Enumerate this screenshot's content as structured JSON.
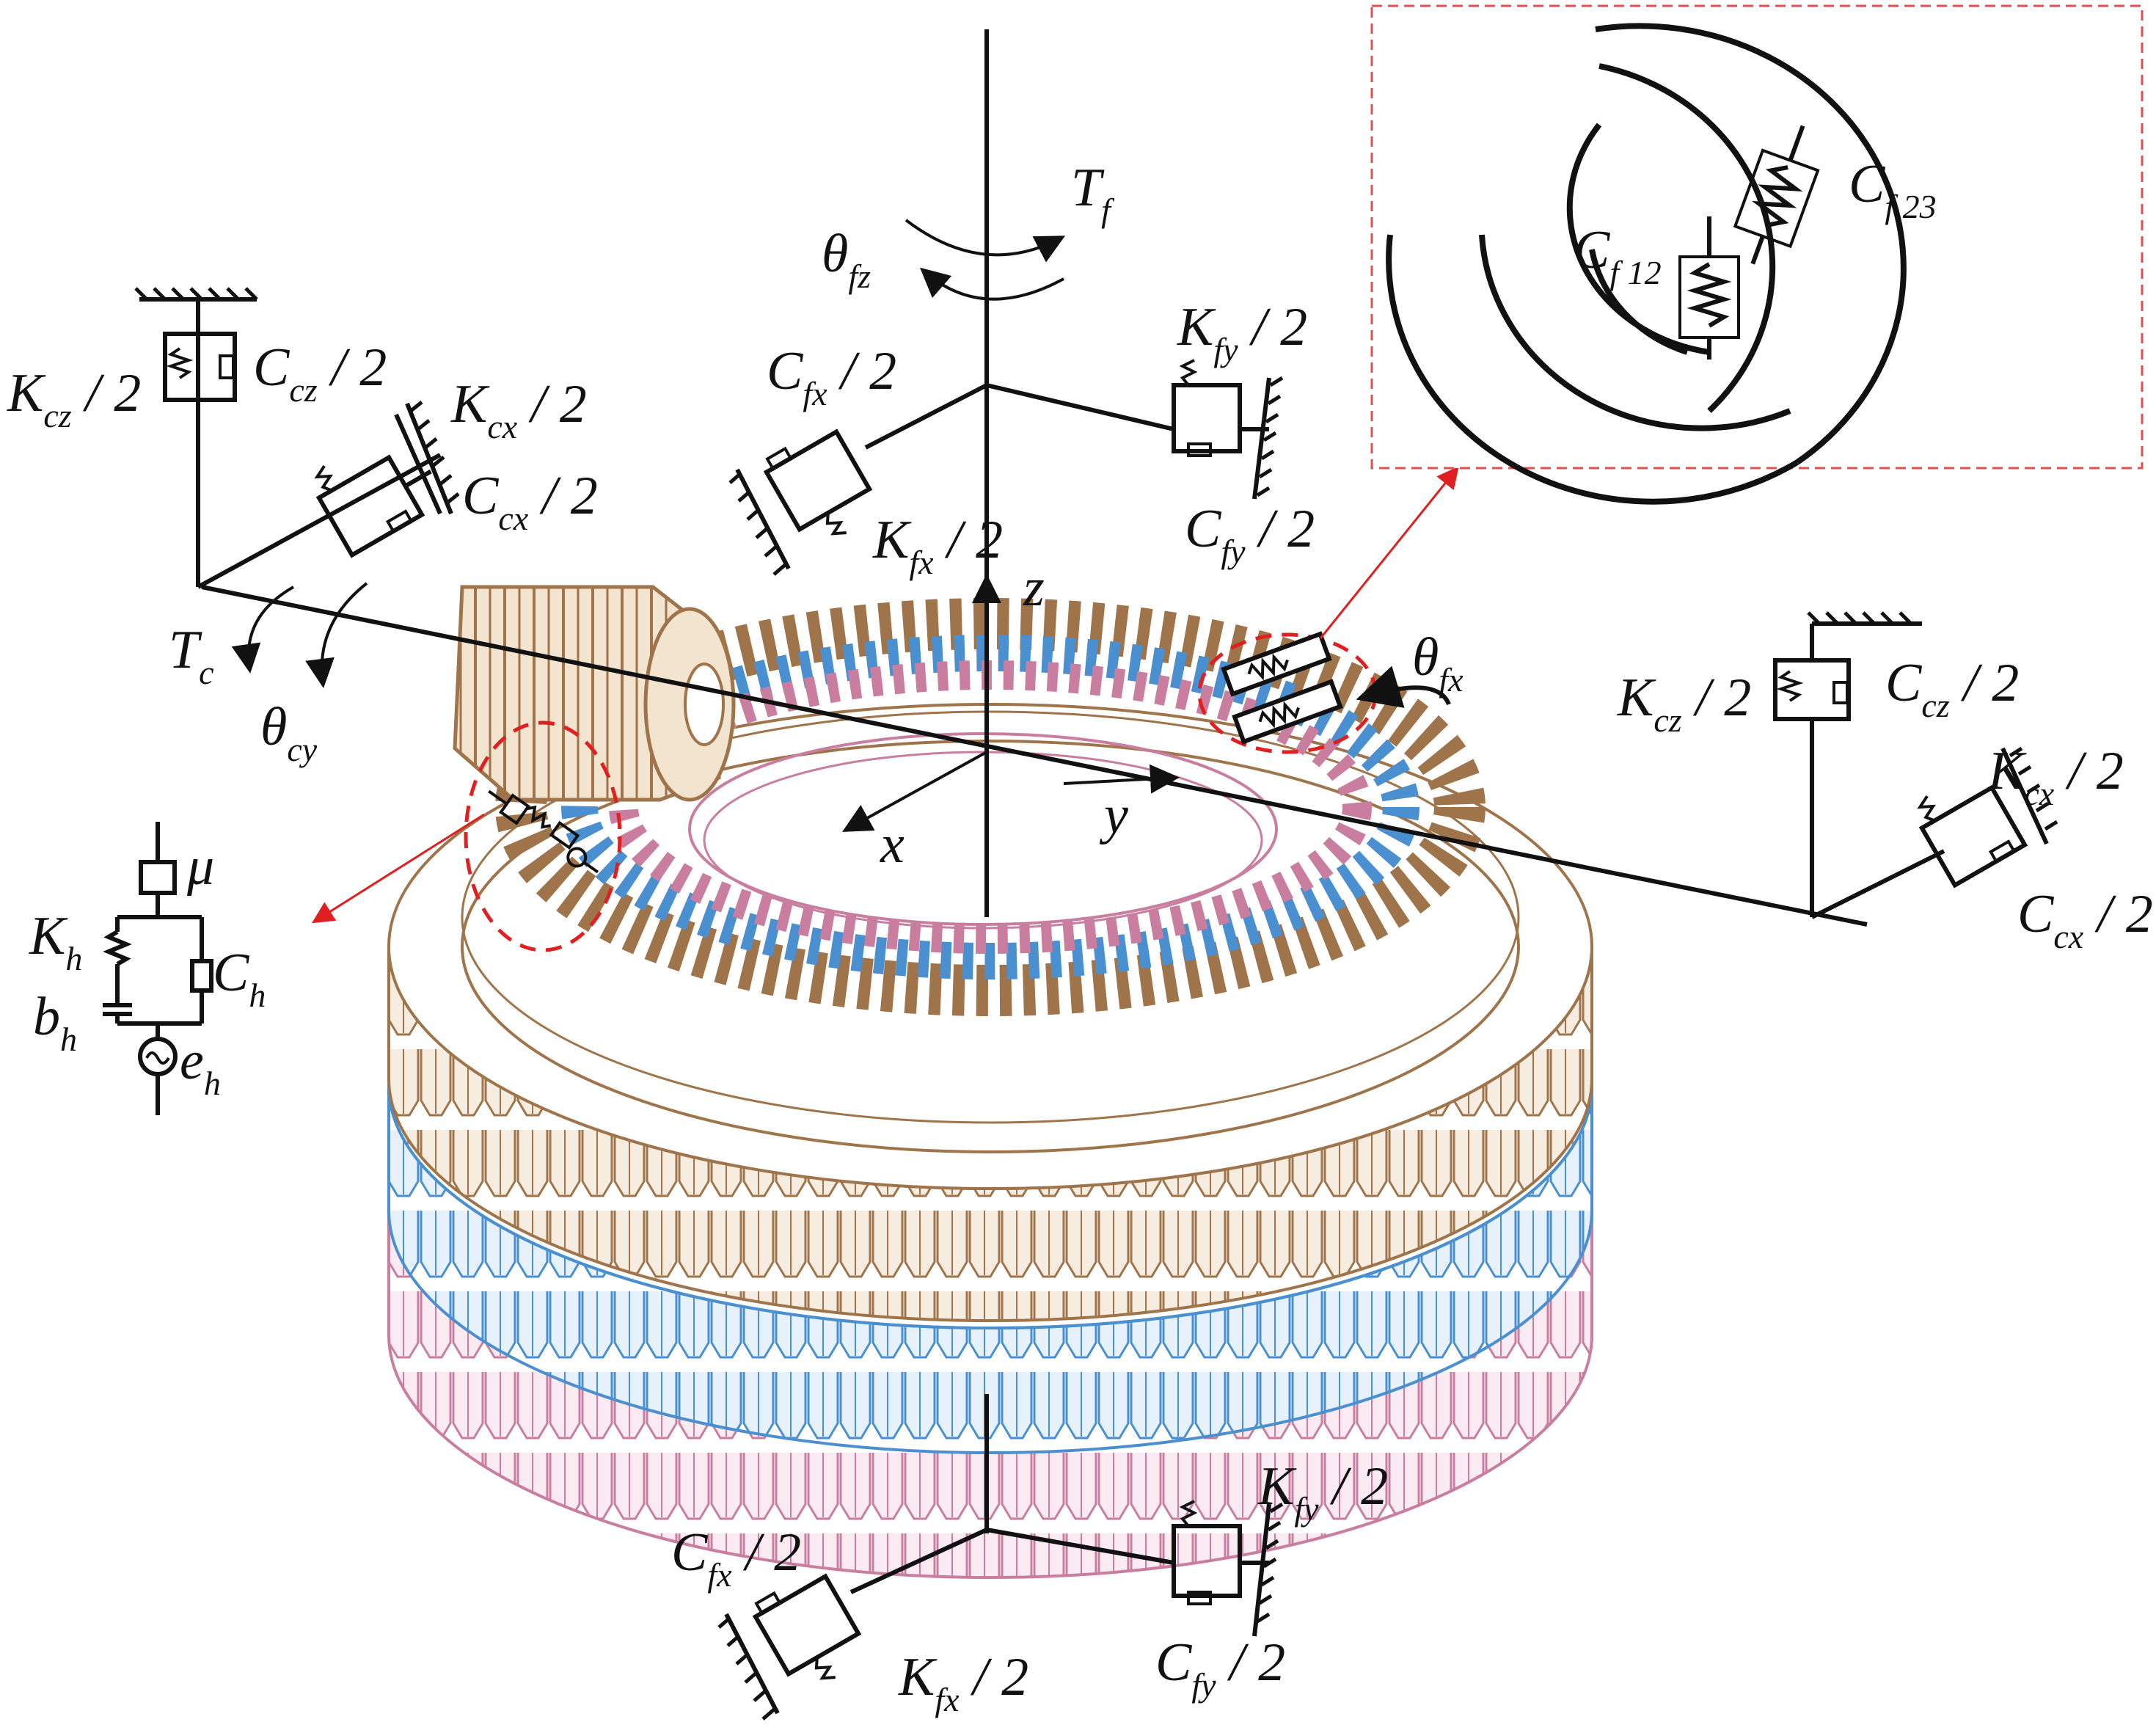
{
  "colors": {
    "top_ring": "#a0744a",
    "middle_ring": "#4a8fd0",
    "bottom_ring": "#c97ea0",
    "axis_line": "#111111",
    "callout_box": "#e05050",
    "callout_arrow": "#e02020"
  },
  "labels": {
    "Tf": {
      "main": "T",
      "sub": "f"
    },
    "theta_fz": {
      "main": "θ",
      "sub": "fz"
    },
    "Kcz_half_left": {
      "main": "K",
      "sub": "cz",
      "tail": " / 2"
    },
    "Ccz_half_left": {
      "main": "C",
      "sub": "cz",
      "tail": " / 2"
    },
    "Kcx_half_left": {
      "main": "K",
      "sub": "cx",
      "tail": " / 2"
    },
    "Ccx_half_left": {
      "main": "C",
      "sub": "cx",
      "tail": " / 2"
    },
    "Cfx_half_top": {
      "main": "C",
      "sub": "fx",
      "tail": " / 2"
    },
    "Kfy_half_top": {
      "main": "K",
      "sub": "fy",
      "tail": " / 2"
    },
    "Kfx_half_top": {
      "main": "K",
      "sub": "fx",
      "tail": " / 2"
    },
    "Cfy_half_top": {
      "main": "C",
      "sub": "fy",
      "tail": " / 2"
    },
    "z_axis": {
      "main": "z"
    },
    "x_axis": {
      "main": "x"
    },
    "y_axis": {
      "main": "y"
    },
    "Tc": {
      "main": "T",
      "sub": "c"
    },
    "theta_cy": {
      "main": "θ",
      "sub": "cy"
    },
    "theta_fx": {
      "main": "θ",
      "sub": "fx"
    },
    "Kcz_half_right": {
      "main": "K",
      "sub": "cz",
      "tail": " / 2"
    },
    "Ccz_half_right": {
      "main": "C",
      "sub": "cz",
      "tail": " / 2"
    },
    "Kcx_half_right": {
      "main": "K",
      "sub": "cx",
      "tail": " / 2"
    },
    "Ccx_half_right": {
      "main": "C",
      "sub": "cx",
      "tail": " / 2"
    },
    "Cf23": {
      "main": "C",
      "sub": "f 23"
    },
    "Cf12": {
      "main": "C",
      "sub": "f 12"
    },
    "mu": {
      "main": "μ"
    },
    "Kh": {
      "main": "K",
      "sub": "h"
    },
    "Ch": {
      "main": "C",
      "sub": "h"
    },
    "bh": {
      "main": "b",
      "sub": "h"
    },
    "eh": {
      "main": "e",
      "sub": "h"
    },
    "Cfx_half_bottom": {
      "main": "C",
      "sub": "fx",
      "tail": " / 2"
    },
    "Kfy_half_bottom": {
      "main": "K",
      "sub": "fy",
      "tail": " / 2"
    },
    "Kfx_half_bottom": {
      "main": "K",
      "sub": "fx",
      "tail": " / 2"
    },
    "Cfy_half_bottom": {
      "main": "C",
      "sub": "fy",
      "tail": " / 2"
    }
  }
}
